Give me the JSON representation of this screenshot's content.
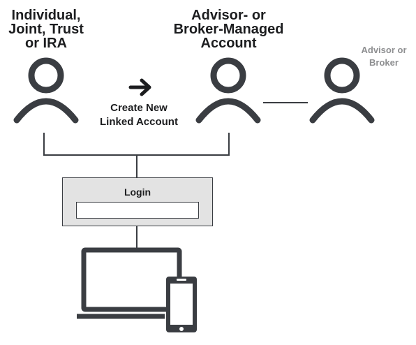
{
  "accounts": {
    "individual": "Individual,\nJoint, Trust\nor IRA",
    "managed": "Advisor- or\nBroker-Managed\nAccount",
    "advisor": "Advisor or\nBroker"
  },
  "action": {
    "label": "Create New\nLinked Account"
  },
  "login": {
    "label": "Login",
    "value": ""
  },
  "colors": {
    "stroke": "#3a3d42",
    "text": "#1c1d1f",
    "muted": "#8e8f91",
    "login_fill": "#e3e3e3"
  },
  "icons": [
    "person-icon",
    "arrow-right-icon",
    "laptop-icon",
    "smartphone-icon"
  ]
}
